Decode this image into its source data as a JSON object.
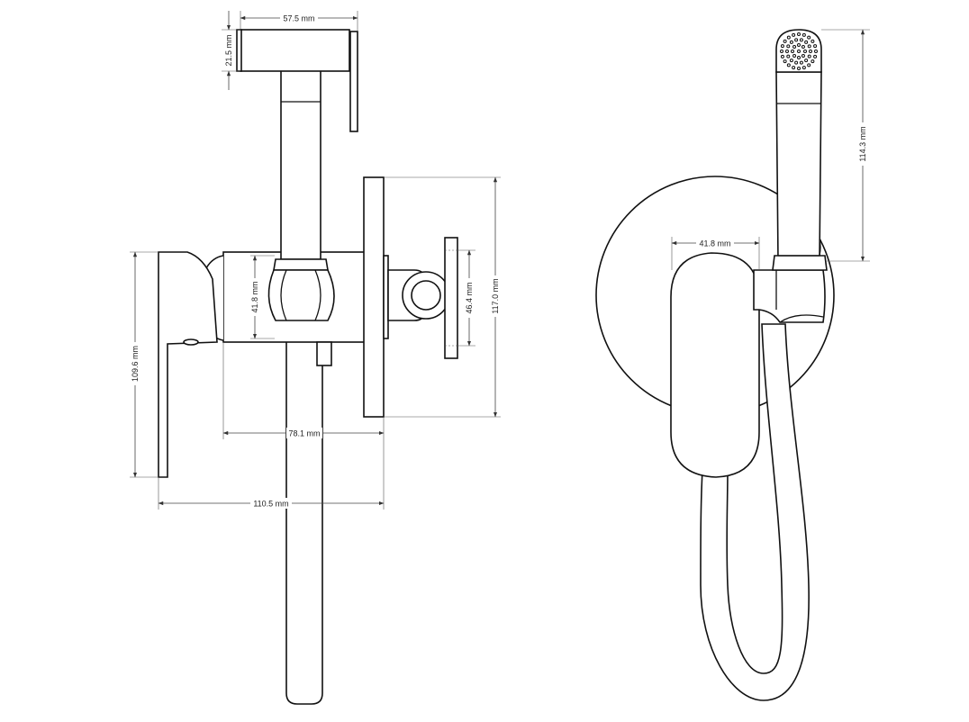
{
  "views": {
    "side": {
      "dimensions": {
        "spray_width": "57.5 mm",
        "spray_height": "21.5 mm",
        "holder_height": "41.8 mm",
        "plate_height": "117.0 mm",
        "bracket_height": "46.4 mm",
        "lever_height": "109.6 mm",
        "depth_body": "78.1 mm",
        "depth_total": "110.5 mm"
      }
    },
    "front": {
      "dimensions": {
        "handle_length": "114.3 mm",
        "holder_offset": "41.8 mm"
      }
    }
  }
}
